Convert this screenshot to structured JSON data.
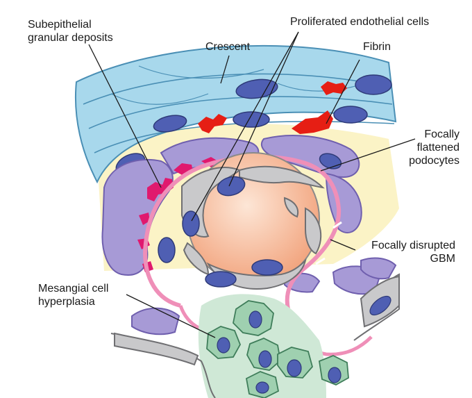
{
  "labels": {
    "subepithelial": [
      "Subepithelial",
      "granular deposits"
    ],
    "crescent": "Crescent",
    "proliferated": "Proliferated endothelial cells",
    "fibrin": "Fibrin",
    "podocytes": [
      "Focally",
      "flattened",
      "podocytes"
    ],
    "gbm": [
      "Focally disrupted",
      "GBM"
    ],
    "mesangial": [
      "Mesangial cell",
      "hyperplasia"
    ]
  },
  "colors": {
    "crescent_fill": "#a8d8ec",
    "crescent_stroke": "#4a8fb5",
    "nucleus": "#4f5fb3",
    "podocyte": "#a79ad6",
    "deposit": "#e0196e",
    "gbm": "#ef8fb8",
    "fibrin": "#e61e14",
    "capillary": "#f7c6a6",
    "mesangium": "#cfe8d6",
    "mesangial_cell": "#9fd0b0",
    "endothelium": "#c9c9cb",
    "bowman_space": "#fbf3c6"
  }
}
